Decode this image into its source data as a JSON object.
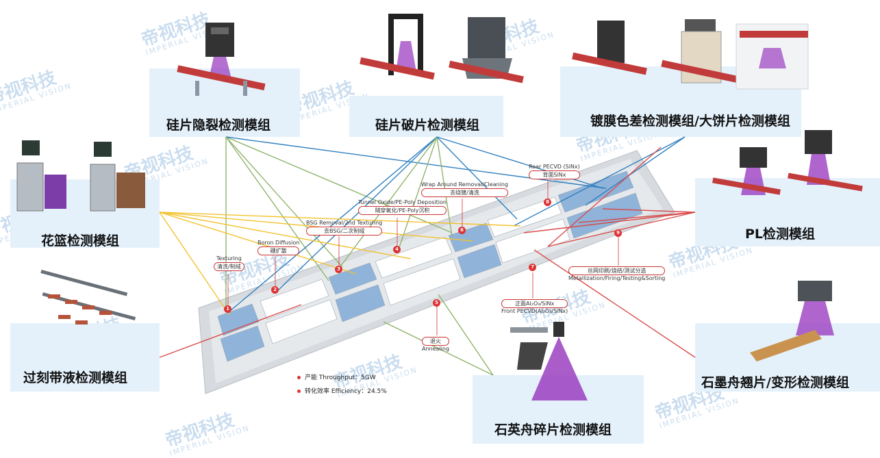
{
  "watermark": {
    "cn": "帝视科技",
    "en": "IMPERIAL VISION"
  },
  "modules": {
    "crack": "硅片隐裂检测模组",
    "breakage": "硅片破片检测模组",
    "color": "镀膜色差检测模组/大饼片检测模组",
    "basket": "花篮检测模组",
    "pl": "PL检测模组",
    "etch": "过刻带液检测模组",
    "quartz": "石英舟碎片检测模组",
    "graphite": "石墨舟翘片/变形检测模组"
  },
  "stages": [
    {
      "num": "1",
      "en": "Texturing",
      "cn": "清洗/制绒"
    },
    {
      "num": "2",
      "en": "Boron Diffusion",
      "cn": "硼扩散"
    },
    {
      "num": "3",
      "en": "BSG Removal/2nd Texturing",
      "cn": "去BSG/二次制绒"
    },
    {
      "num": "4",
      "en": "Tunnel Oxide/PE-Poly Deposition",
      "cn": "隧穿氧化/PE-Poly沉积"
    },
    {
      "num": "5",
      "en": "Annealing",
      "cn": "退火"
    },
    {
      "num": "6",
      "en": "Wrap Around Removal/Cleaning",
      "cn": "去绕镀/清洗"
    },
    {
      "num": "7",
      "en": "Front PECVD(Al₂O₃/SiNx)",
      "cn": "正面Al₂O₃/SiNx"
    },
    {
      "num": "8",
      "en": "Rear PECVD (SiNx)",
      "cn": "背面SiNx"
    },
    {
      "num": "9",
      "en": "Metallization/Firing/Testing&Sorting",
      "cn": "丝网印刷/烧结/测试分选"
    }
  ],
  "stats": {
    "throughput": "产能 Throughput：5GW",
    "efficiency": "转化效率 Efficiency：24.5%"
  },
  "colors": {
    "panel": "#e4f1fb",
    "line_blue": "#2f7fbf",
    "line_green": "#8fb36a",
    "line_yellow": "#f2c230",
    "line_red": "#d94a4a",
    "marker": "#d33333",
    "purple_beam": "#9b3fc0"
  }
}
